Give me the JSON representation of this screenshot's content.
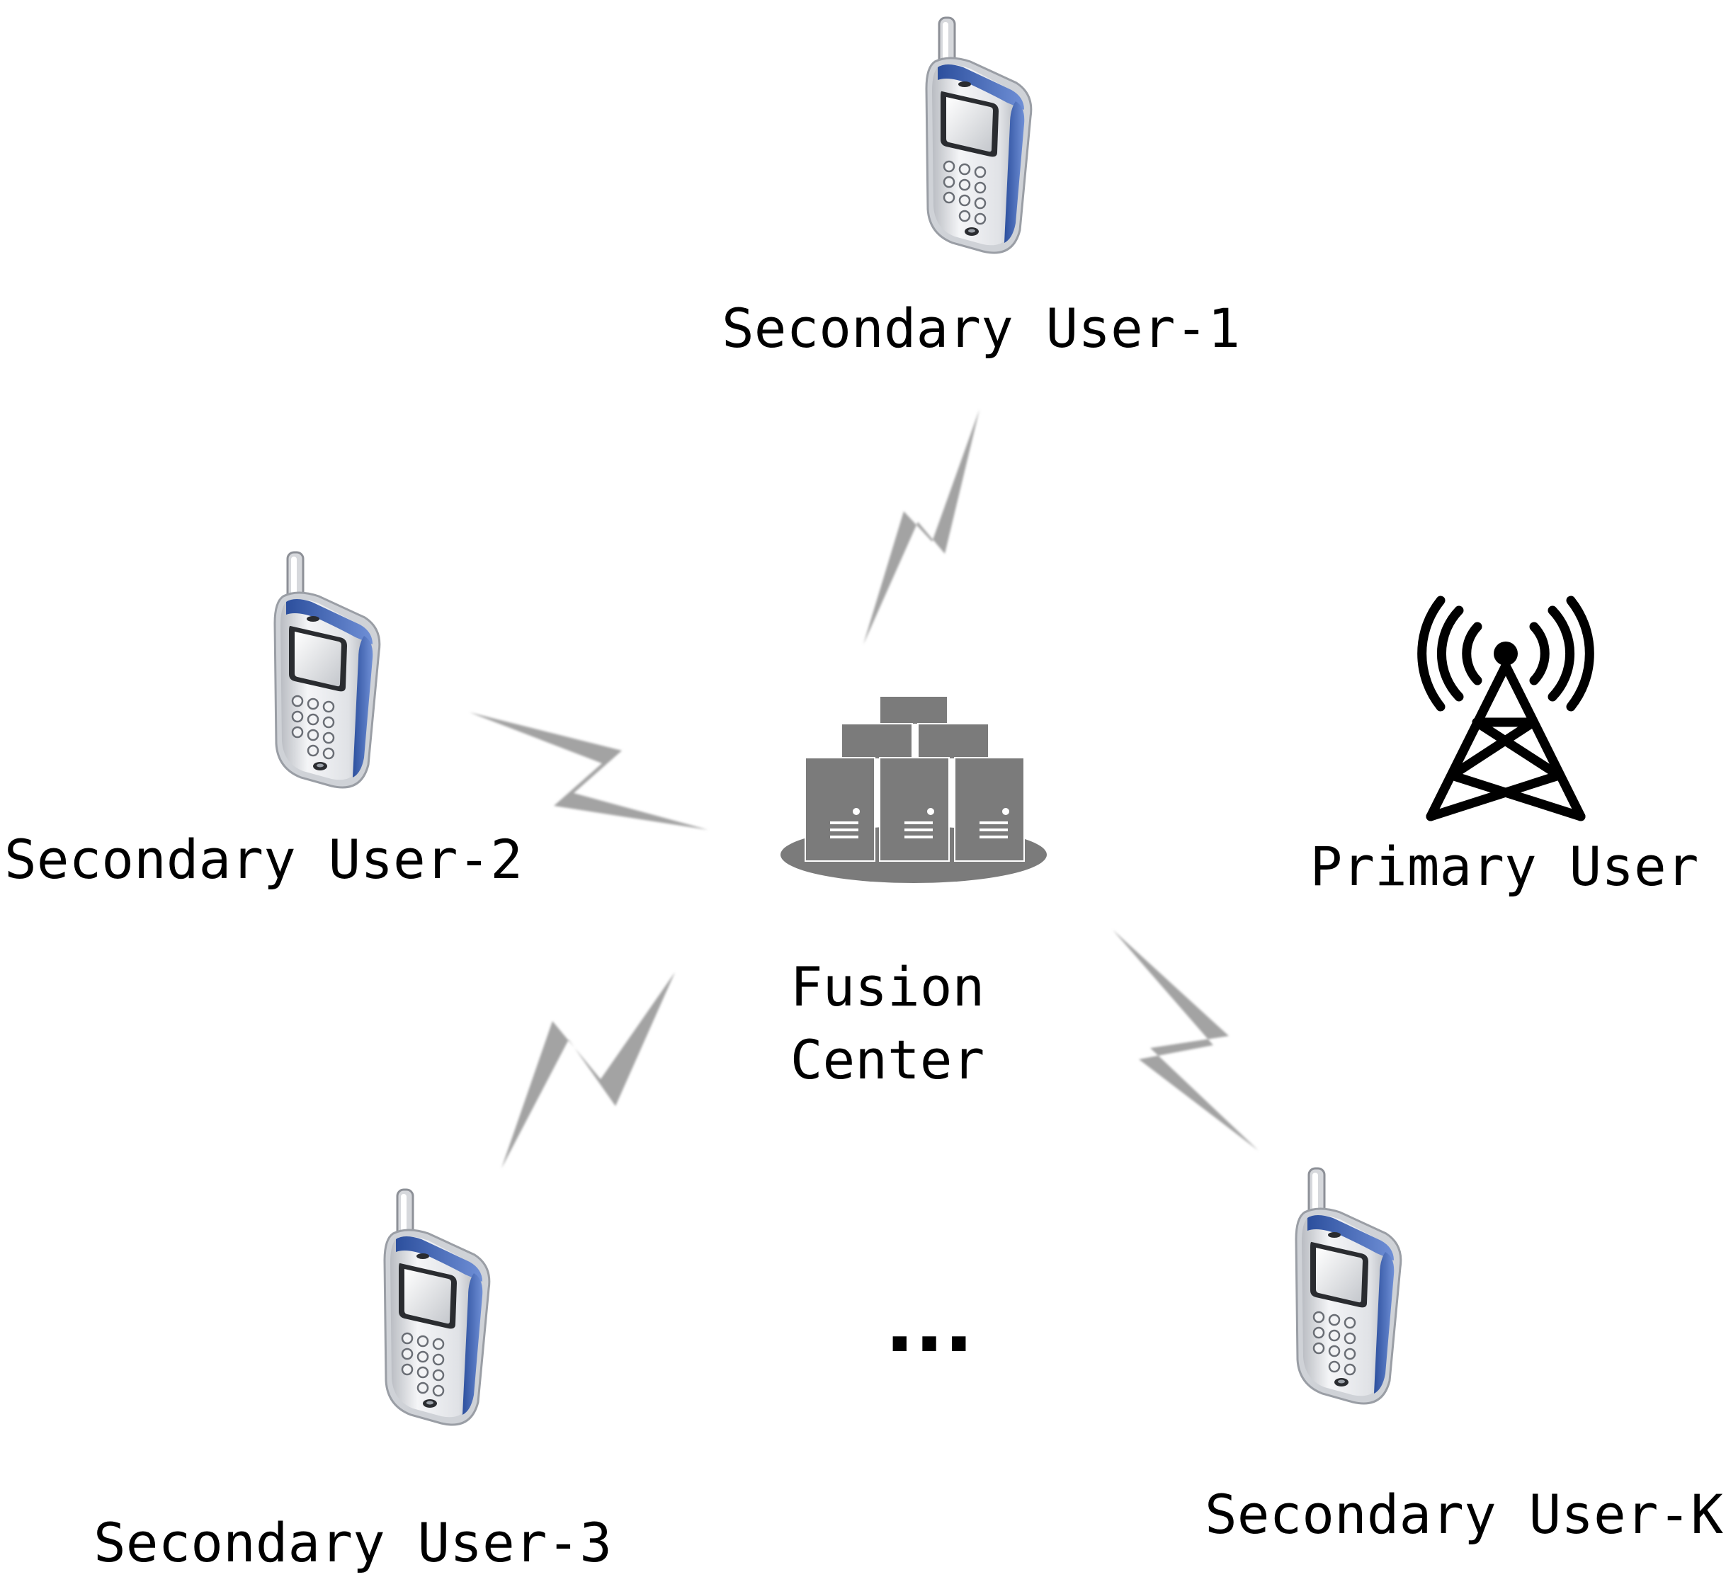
{
  "nodes": {
    "su1": {
      "label": "Secondary User-1",
      "icon": "mobile-phone-icon"
    },
    "su2": {
      "label": "Secondary User-2",
      "icon": "mobile-phone-icon"
    },
    "su3": {
      "label": "Secondary User-3",
      "icon": "mobile-phone-icon"
    },
    "suk": {
      "label": "Secondary User-K",
      "icon": "mobile-phone-icon"
    },
    "fusion": {
      "label_line1": "Fusion",
      "label_line2": "Center",
      "icon": "server-cluster-icon"
    },
    "primary": {
      "label": "Primary User",
      "icon": "radio-tower-icon"
    }
  },
  "ellipsis": "...",
  "links": [
    {
      "from": "su1",
      "to": "fusion",
      "style": "wireless-link-icon"
    },
    {
      "from": "su2",
      "to": "fusion",
      "style": "wireless-link-icon"
    },
    {
      "from": "su3",
      "to": "fusion",
      "style": "wireless-link-icon"
    },
    {
      "from": "suk",
      "to": "fusion",
      "style": "wireless-link-icon"
    }
  ],
  "colors": {
    "phone_body": "#e3e5e8",
    "phone_accent": "#3d63b8",
    "server": "#7b7b7b",
    "link": "#a3a3a3",
    "tower": "#000000"
  }
}
